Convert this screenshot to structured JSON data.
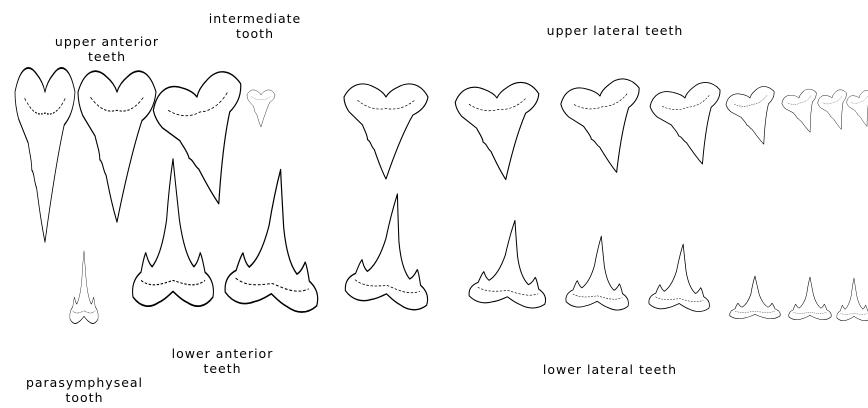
{
  "labels": {
    "upper_anterior": [
      "upper anterior",
      "teeth"
    ],
    "intermediate": [
      "intermediate",
      "tooth"
    ],
    "upper_lateral": [
      "upper lateral teeth"
    ],
    "lower_anterior": [
      "lower anterior",
      "teeth"
    ],
    "parasymphyseal": [
      "parasymphyseal",
      "tooth"
    ],
    "lower_lateral": [
      "lower lateral teeth"
    ]
  },
  "colors": {
    "ink": "#000000",
    "paper": "#ffffff"
  }
}
